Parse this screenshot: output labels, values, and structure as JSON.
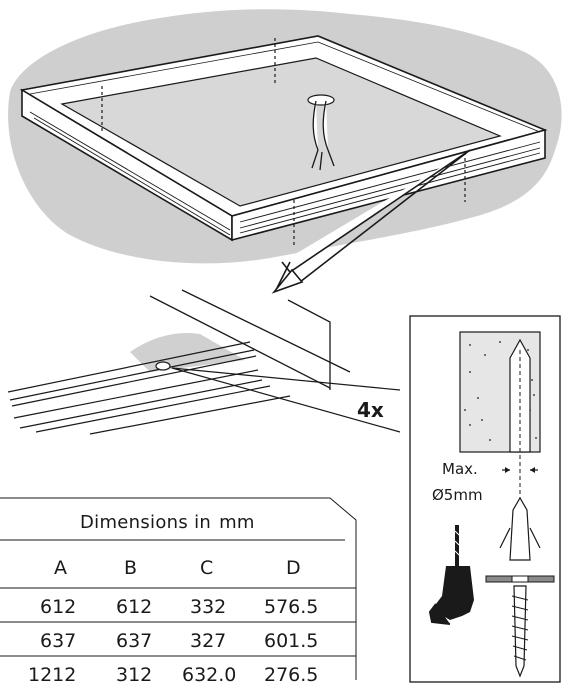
{
  "count_label": "4x",
  "fixing": {
    "max_label": "Max.",
    "diameter_label": "Ø5mm"
  },
  "dimensions": {
    "title_word": "Dimensions in",
    "title_unit": "mm",
    "columns": [
      "A",
      "B",
      "C",
      "D"
    ],
    "rows": [
      [
        "612",
        "612",
        "332",
        "576.5"
      ],
      [
        "637",
        "637",
        "327",
        "601.5"
      ],
      [
        "1212",
        "312",
        "632.0",
        "276.5"
      ]
    ]
  },
  "colors": {
    "stroke": "#1a1a1a",
    "ceiling_shadow": "#cfcfcf",
    "concrete": "#e6e6e6",
    "wall_plug": "#ffffff"
  }
}
